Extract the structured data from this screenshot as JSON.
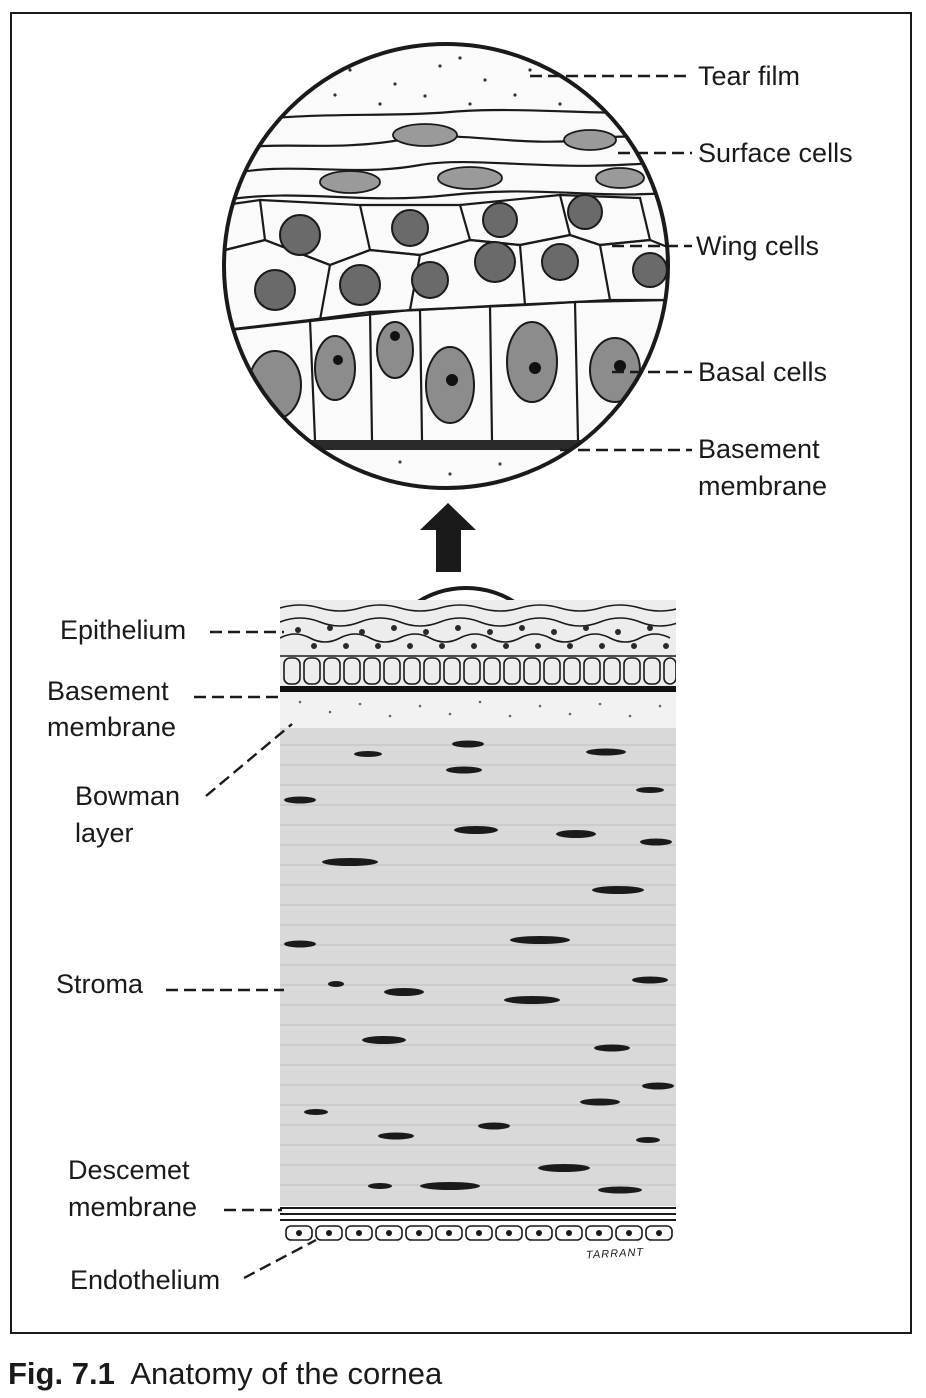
{
  "zoom_labels": {
    "tear_film": "Tear film",
    "surface_cells": "Surface cells",
    "wing_cells": "Wing cells",
    "basal_cells": "Basal cells",
    "basement_membrane_line1": "Basement",
    "basement_membrane_line2": "membrane"
  },
  "section_labels": {
    "epithelium": "Epithelium",
    "basement_line1": "Basement",
    "basement_line2": "membrane",
    "bowman_line1": "Bowman",
    "bowman_line2": "layer",
    "stroma": "Stroma",
    "descemet_line1": "Descemet",
    "descemet_line2": "membrane",
    "endothelium": "Endothelium"
  },
  "signature": "TARRANT",
  "caption": {
    "fig_number": "Fig. 7.1",
    "title": "Anatomy of the cornea"
  }
}
